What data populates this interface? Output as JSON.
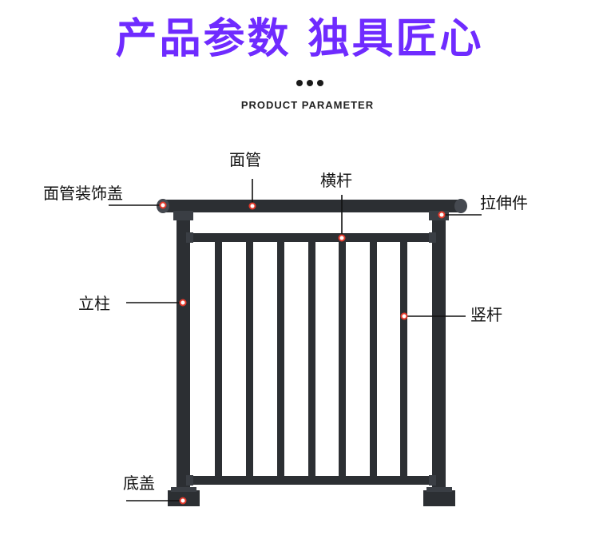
{
  "header": {
    "title": "产品参数 独具匠心",
    "subtitle": "PRODUCT PARAMETER"
  },
  "labels": {
    "top_rail": "面管",
    "top_rail_cap": "面管装饰盖",
    "crossbar": "横杆",
    "connector": "拉伸件",
    "post": "立柱",
    "baluster": "竖杆",
    "base_cap": "底盖"
  },
  "colors": {
    "title": "#6f2bff",
    "frame": "#2c2f33",
    "frame_light": "#454950",
    "marker": "#e5392b",
    "text": "#111111"
  }
}
